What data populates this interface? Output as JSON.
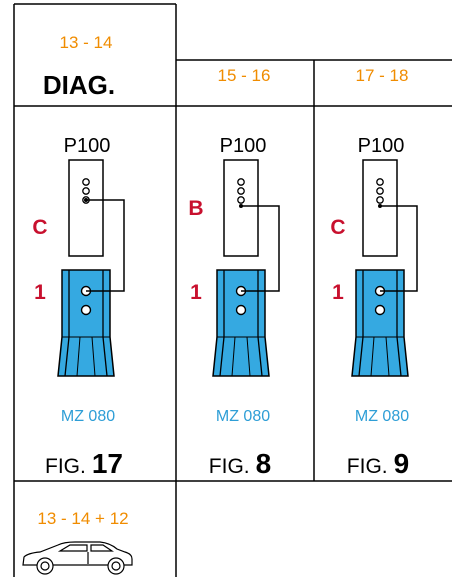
{
  "header": {
    "col1_top": "13 - 14",
    "col1_bottom": "DIAG.",
    "col2": "15 - 16",
    "col3": "17 - 18"
  },
  "panels": [
    {
      "connector": "P100",
      "pin_letter": "C",
      "pin_number": "1",
      "sensor": "MZ 080",
      "fig_prefix": "FIG.",
      "fig_number": "17"
    },
    {
      "connector": "P100",
      "pin_letter": "B",
      "pin_number": "1",
      "sensor": "MZ 080",
      "fig_prefix": "FIG.",
      "fig_number": "8"
    },
    {
      "connector": "P100",
      "pin_letter": "C",
      "pin_number": "1",
      "sensor": "MZ 080",
      "fig_prefix": "FIG.",
      "fig_number": "9"
    }
  ],
  "footer": {
    "label": "13 - 14 + 12"
  },
  "icons": {
    "vehicle": "car-icon"
  },
  "colors": {
    "orange": "#F08C00",
    "red": "#C8102E",
    "blue": "#2E9ED6",
    "sensor_fill": "#35A9E1"
  }
}
